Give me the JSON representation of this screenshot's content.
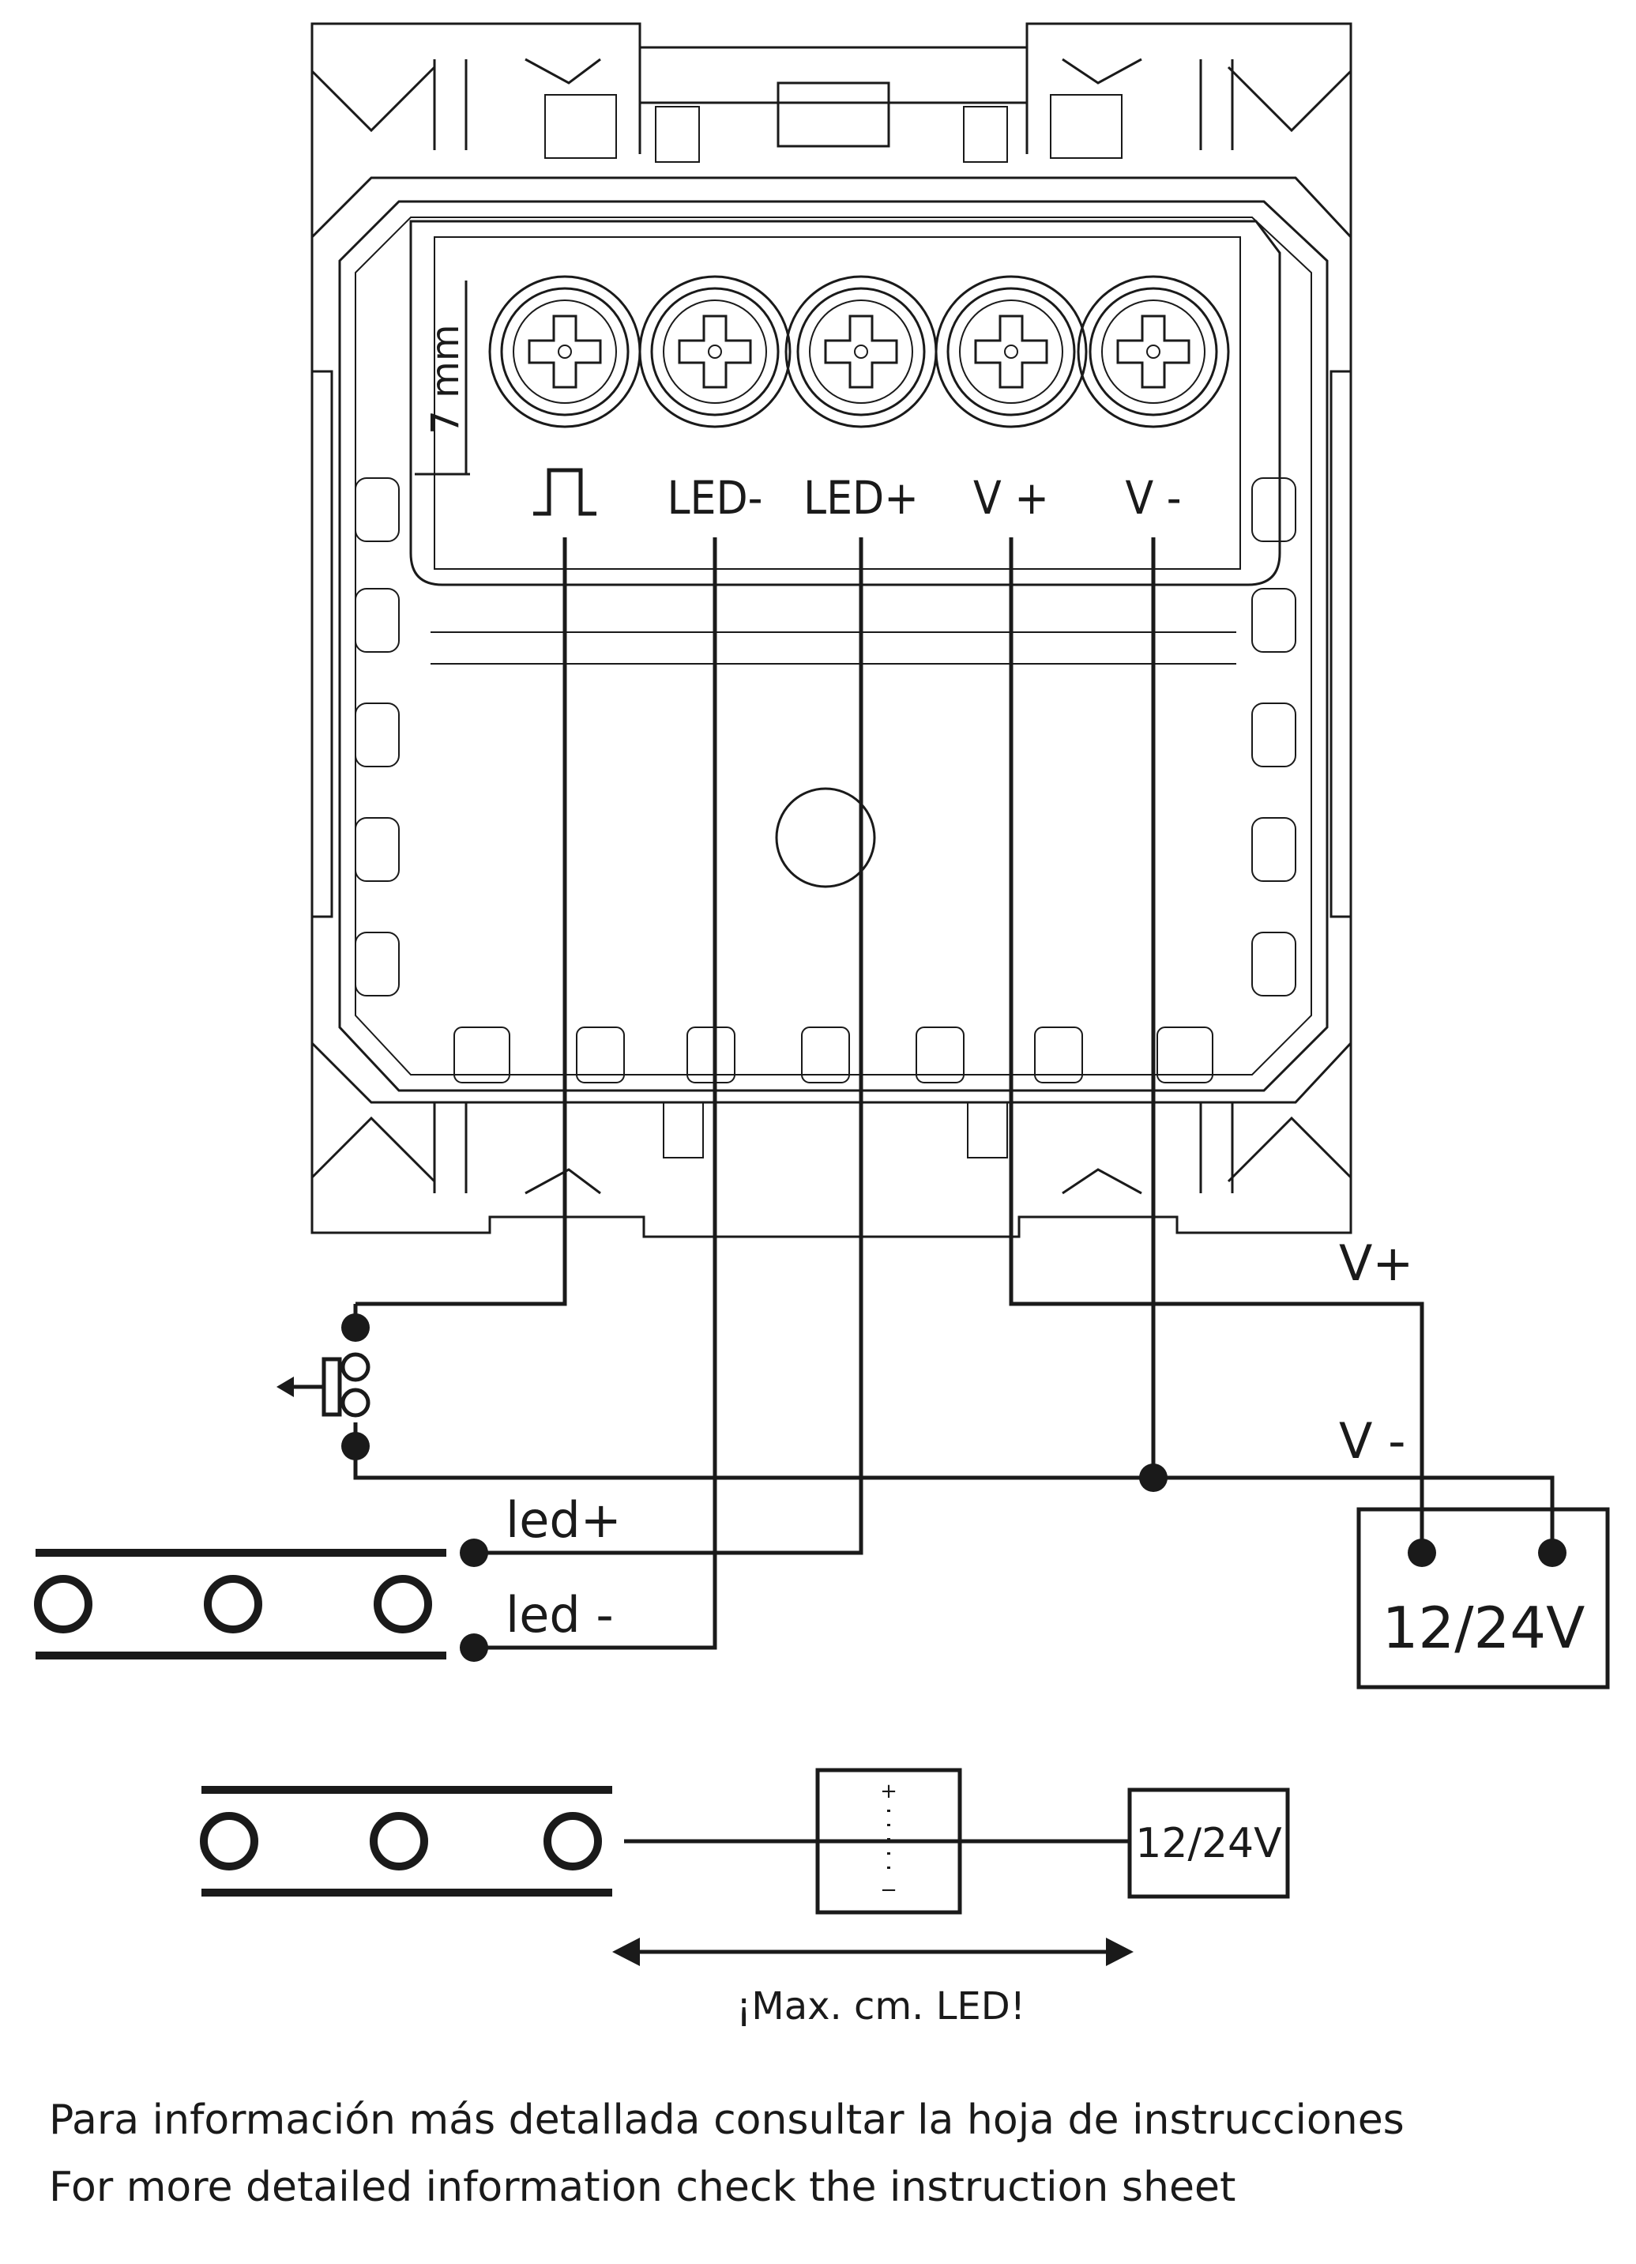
{
  "device": {
    "strip_length_label": "7 mm",
    "terminals": [
      {
        "id": "push",
        "label": ""
      },
      {
        "id": "led-minus",
        "label": "LED-"
      },
      {
        "id": "led-plus",
        "label": "LED+"
      },
      {
        "id": "v-plus",
        "label": "V +"
      },
      {
        "id": "v-minus",
        "label": "V -"
      }
    ]
  },
  "wiring": {
    "v_plus_label": "V+",
    "v_minus_label": "V -",
    "led_plus_label": "led+",
    "led_minus_label": "led -",
    "power_supply_label": "12/24V"
  },
  "distance_diagram": {
    "plus_sign": "+",
    "minus_sign": "−",
    "power_supply_label": "12/24V",
    "max_label": "¡Max. cm. LED!"
  },
  "footer": {
    "line_es": "Para información más detallada consultar la hoja de instrucciones",
    "line_en": "For more detailed information check the instruction sheet"
  }
}
